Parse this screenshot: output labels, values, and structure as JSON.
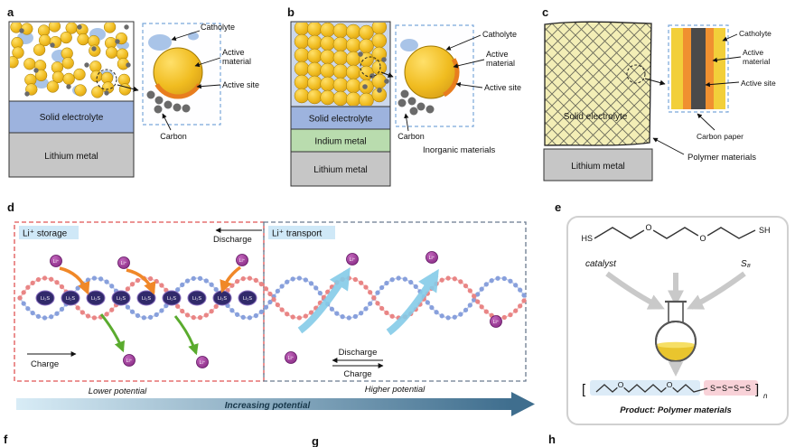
{
  "colors": {
    "active_material_yellow": "#f0bc20",
    "catholyte_blue": "#a9c4e8",
    "solid_electrolyte_blue": "#9db3de",
    "indium_green": "#b9dcae",
    "lithium_gray": "#c6c6c6",
    "carbon_gray": "#6a6a6a",
    "active_site_orange": "#e87d1e",
    "storage_box_red": "#e05555",
    "transport_box_slate": "#6b7b8f",
    "li_ion_purple": "#93278f",
    "strand_pink": "#e98585",
    "strand_blue": "#88a0dc",
    "potential_gradient_start": "#d8ecf6",
    "potential_gradient_end": "#3f6e8e"
  },
  "shared_labels": {
    "catholyte": "Catholyte",
    "active_material_line1": "Active",
    "active_material_line2": "material",
    "active_site": "Active site",
    "carbon": "Carbon",
    "carbon_paper": "Carbon paper",
    "solid_electrolyte": "Solid electrolyte",
    "lithium_metal": "Lithium metal",
    "indium_metal": "Indium metal"
  },
  "panels": {
    "a": {
      "letter": "a"
    },
    "b": {
      "letter": "b",
      "caption": "Inorganic materials"
    },
    "c": {
      "letter": "c",
      "caption": "Polymer materials"
    },
    "d": {
      "letter": "d",
      "storage_title": "Li⁺ storage",
      "transport_title": "Li⁺ transport",
      "discharge": "Discharge",
      "charge": "Charge",
      "li_ion": "Li⁺",
      "bead_label": "Li₂S",
      "lower_potential": "Lower potential",
      "higher_potential": "Higher potential",
      "increasing_potential": "Increasing potential"
    },
    "e": {
      "letter": "e",
      "hs": "HS",
      "sh": "SH",
      "catalyst": "catalyst",
      "s8": "S₈",
      "atom_o": "O",
      "atom_s": "S",
      "bracket_left": "[",
      "bracket_right": "]",
      "n_subscript": "n",
      "product_caption": "Product: Polymer materials"
    },
    "f": {
      "letter": "f"
    },
    "g": {
      "letter": "g"
    },
    "h": {
      "letter": "h"
    }
  }
}
